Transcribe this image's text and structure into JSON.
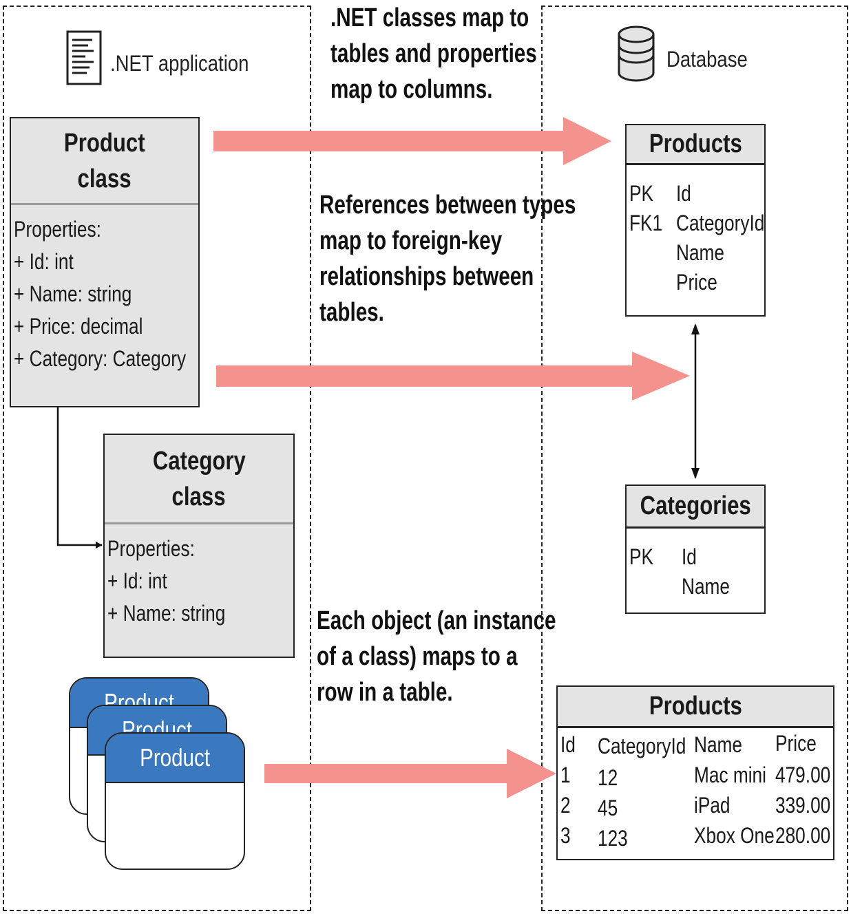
{
  "app_label": ".NET application",
  "db_label": "Database",
  "notes": {
    "classes": [
      ".NET classes map to",
      "tables and properties",
      "map to columns."
    ],
    "references": [
      "References between types",
      "map to foreign-key",
      "relationships between",
      "tables."
    ],
    "objects": [
      "Each object (an instance",
      "of a class) maps to a",
      "row in a table."
    ]
  },
  "product_class": {
    "title": [
      "Product",
      "class"
    ],
    "properties": [
      "Properties:",
      "+ Id: int",
      "+ Name: string",
      "+ Price: decimal",
      "+ Category: Category"
    ]
  },
  "category_class": {
    "title": [
      "Category",
      "class"
    ],
    "properties": [
      "Properties:",
      "+ Id: int",
      "+ Name: string"
    ]
  },
  "products_table": {
    "title": "Products",
    "columns": [
      {
        "key": "PK",
        "name": "Id"
      },
      {
        "key": "FK1",
        "name": "CategoryId"
      },
      {
        "key": "",
        "name": "Name"
      },
      {
        "key": "",
        "name": "Price"
      }
    ]
  },
  "categories_table": {
    "title": "Categories",
    "columns": [
      {
        "key": "PK",
        "name": "Id"
      },
      {
        "key": "",
        "name": "Name"
      }
    ]
  },
  "products_rows": {
    "title": "Products",
    "headers": [
      "Id",
      "CategoryId",
      "Name",
      "Price"
    ],
    "rows": [
      [
        "1",
        "12",
        "Mac mini",
        "479.00"
      ],
      [
        "2",
        "45",
        "iPad",
        "339.00"
      ],
      [
        "3",
        "123",
        "Xbox One",
        "280.00"
      ]
    ]
  },
  "object_cards": [
    "Product",
    "Product",
    "Product"
  ],
  "colors": {
    "arrow": "#f4928e",
    "card_header": "#3a78c0",
    "class_fill": "#e4e4e4"
  }
}
